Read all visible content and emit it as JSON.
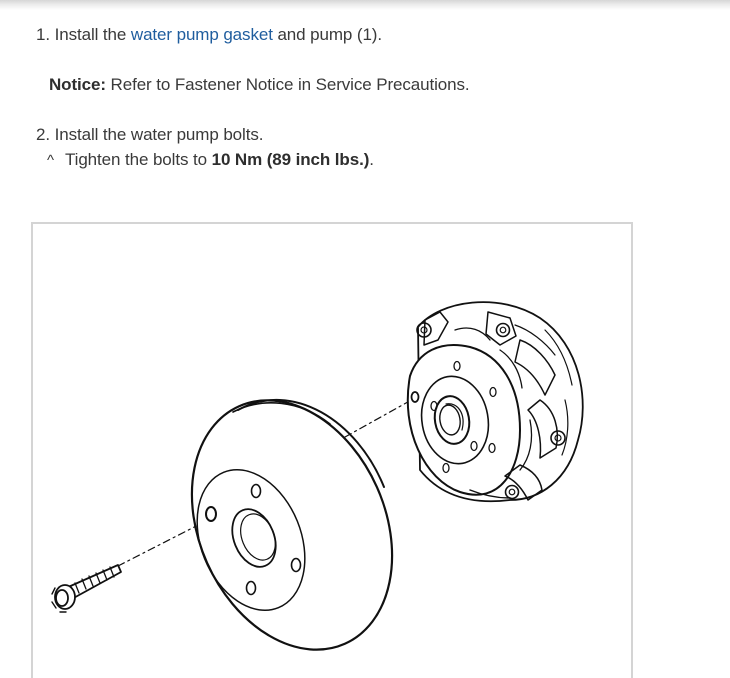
{
  "step1": {
    "prefix": "1. Install the ",
    "link_text": "water pump gasket",
    "suffix": " and pump (1)."
  },
  "notice": {
    "label": "Notice:",
    "text": " Refer to Fastener Notice in Service Precautions."
  },
  "step2": {
    "text": "2. Install the water pump bolts.",
    "sub_marker": "^",
    "sub_prefix": "Tighten the bolts to ",
    "torque": "10 Nm (89 inch lbs.)",
    "sub_suffix": "."
  },
  "colors": {
    "link": "#1f5d9e",
    "text": "#3a3a3a",
    "frame_border": "#d4d4d4"
  }
}
